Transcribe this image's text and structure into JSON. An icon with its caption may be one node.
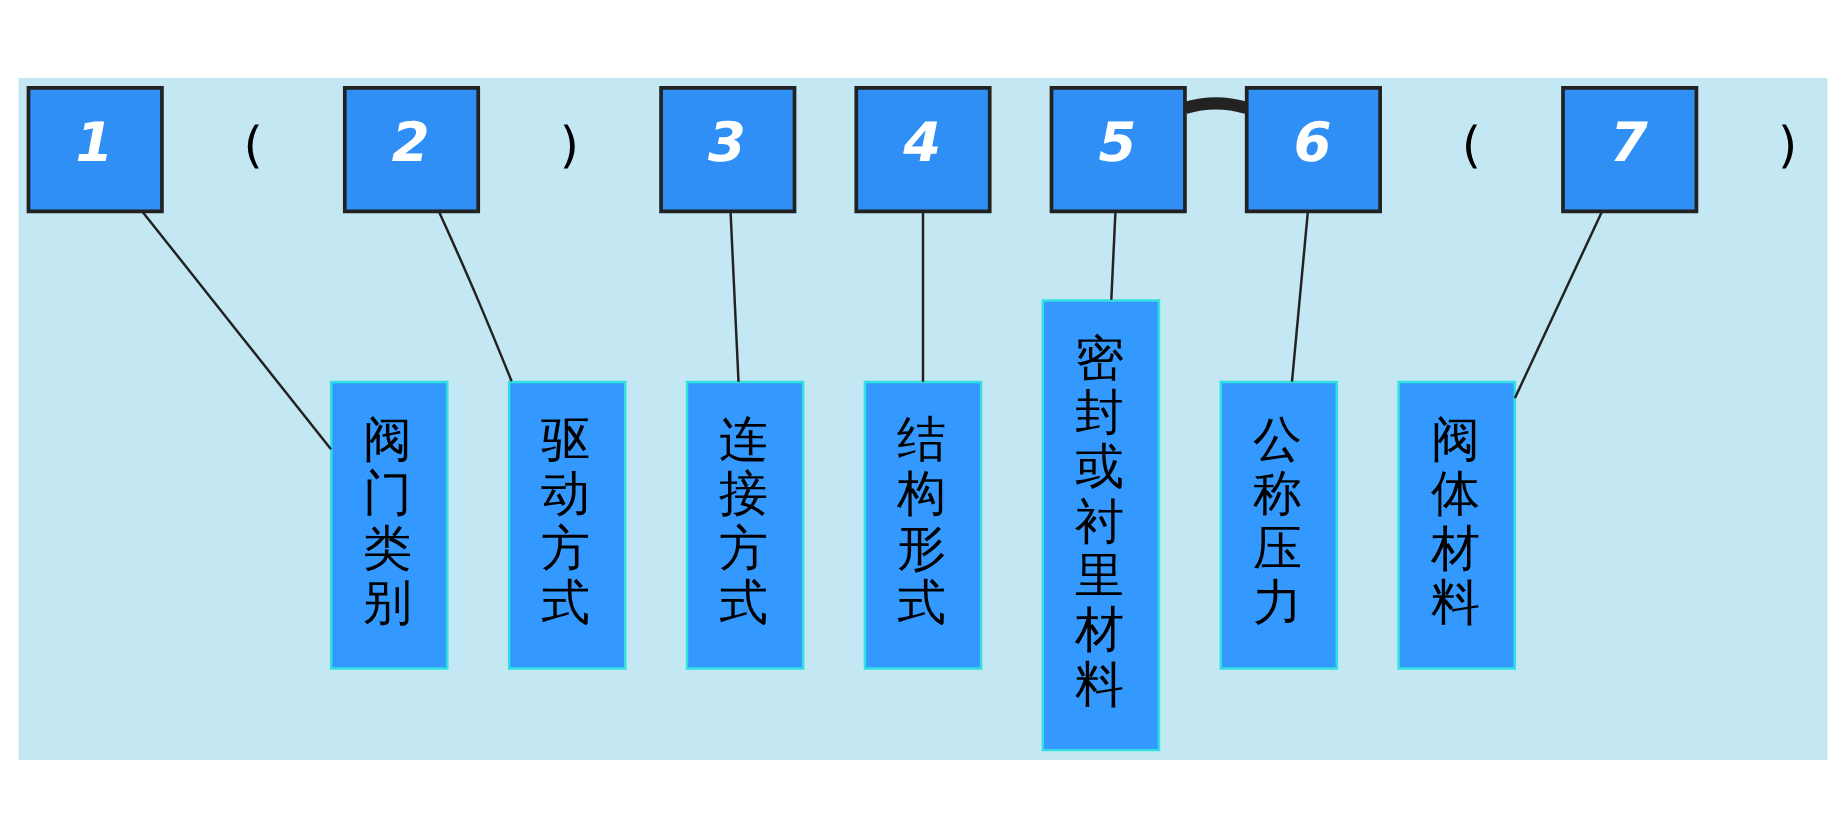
{
  "diagram": {
    "nodes": [
      {
        "text": [
          "1"
        ]
      },
      {
        "text": [
          "2"
        ]
      },
      {
        "text": [
          "3"
        ]
      },
      {
        "text": [
          "4"
        ]
      },
      {
        "text": [
          "5"
        ]
      },
      {
        "text": [
          "6"
        ]
      },
      {
        "text": [
          "7"
        ]
      },
      {
        "text": [
          "阀门类别"
        ]
      },
      {
        "text": [
          "驱动方式"
        ]
      },
      {
        "text": [
          "连接方式"
        ]
      },
      {
        "text": [
          "结构形式"
        ]
      },
      {
        "text": [
          "密封或衬里材料"
        ]
      },
      {
        "text": [
          "公称压力"
        ]
      },
      {
        "text": [
          "阀体材料"
        ]
      }
    ],
    "edges": [
      {
        "from": 0,
        "to": 7,
        "arrow": "none"
      },
      {
        "from": 1,
        "to": 8,
        "arrow": "none"
      },
      {
        "from": 2,
        "to": 9,
        "arrow": "none"
      },
      {
        "from": 3,
        "to": 10,
        "arrow": "none"
      },
      {
        "from": 4,
        "to": 11,
        "arrow": "none"
      },
      {
        "from": 5,
        "to": 12,
        "arrow": "none"
      },
      {
        "from": 6,
        "to": 13,
        "arrow": "none"
      },
      {
        "from": 4,
        "to": 5,
        "arrow": "none",
        "style": "thick"
      }
    ],
    "labels": [
      "(",
      ")",
      "(",
      ")"
    ]
  }
}
